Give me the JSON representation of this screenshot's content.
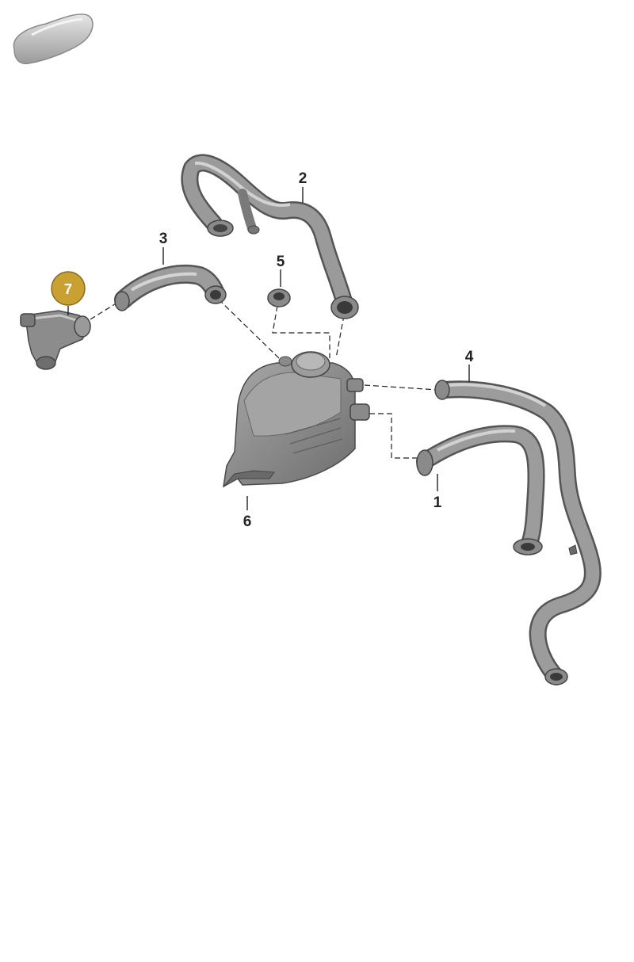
{
  "diagram": {
    "callouts": [
      {
        "id": "1",
        "label": "1",
        "highlighted": false
      },
      {
        "id": "2",
        "label": "2",
        "highlighted": false
      },
      {
        "id": "3",
        "label": "3",
        "highlighted": false
      },
      {
        "id": "4",
        "label": "4",
        "highlighted": false
      },
      {
        "id": "5",
        "label": "5",
        "highlighted": false
      },
      {
        "id": "6",
        "label": "6",
        "highlighted": false
      },
      {
        "id": "7",
        "label": "7",
        "highlighted": true
      }
    ],
    "icons": {
      "car_thumbnail": "car-silhouette-icon"
    },
    "colors": {
      "badge_fill": "#c9a032",
      "badge_stroke": "#8a6d1e",
      "part_fill": "#8e8e8e",
      "part_dark": "#5e5e5e",
      "part_light": "#c4c4c4",
      "line": "#222222"
    }
  }
}
